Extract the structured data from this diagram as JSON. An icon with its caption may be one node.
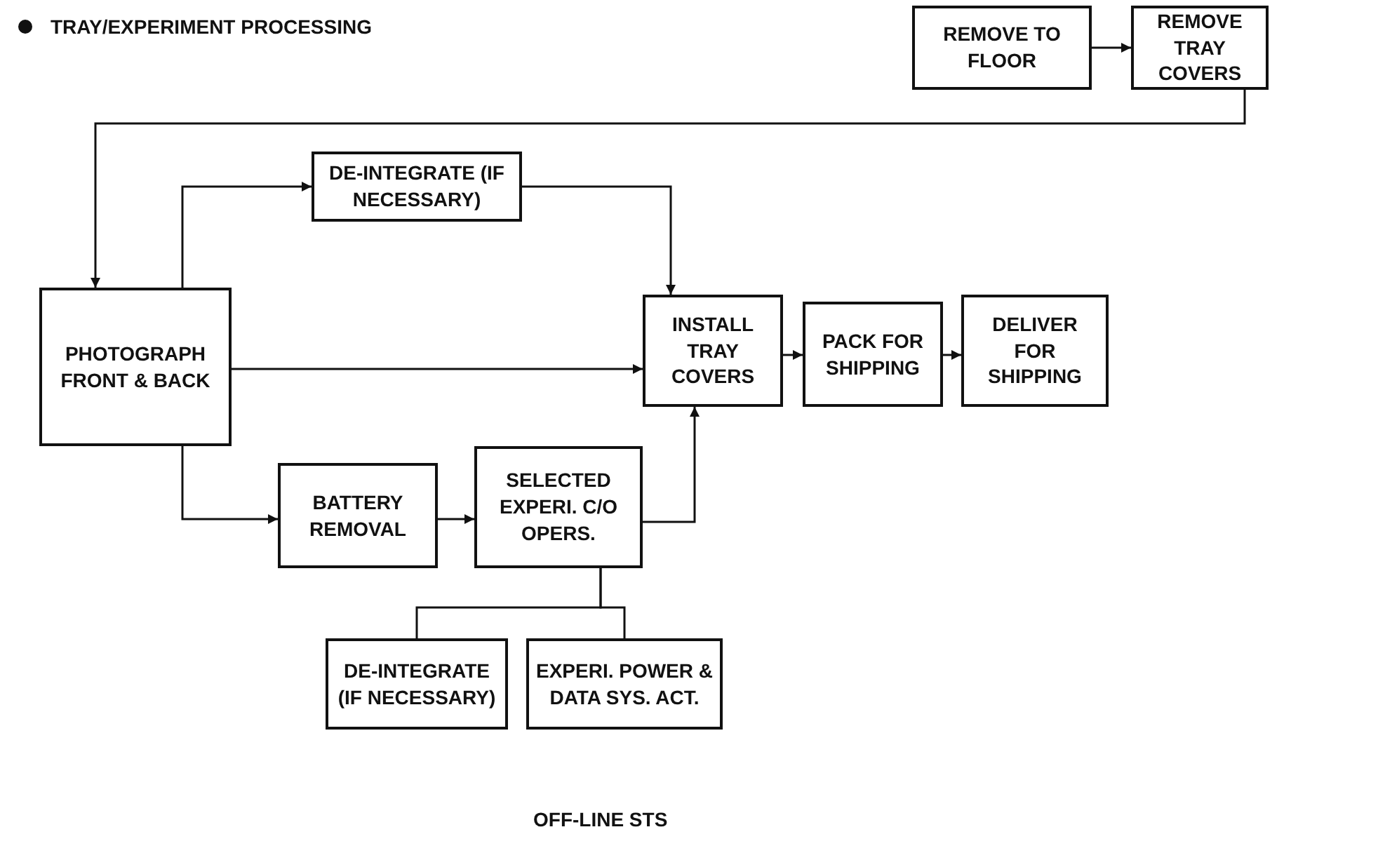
{
  "diagram": {
    "title": "TRAY/EXPERIMENT PROCESSING",
    "nodes": [
      {
        "text": [
          "REMOVE TO FLOOR"
        ]
      },
      {
        "text": [
          "REMOVE TRAY COVERS"
        ]
      },
      {
        "text": [
          "DE-INTEGRATE (IF NECESSARY)"
        ]
      },
      {
        "text": [
          "PHOTOGRAPH FRONT & BACK"
        ]
      },
      {
        "text": [
          "INSTALL TRAY COVERS"
        ]
      },
      {
        "text": [
          "PACK FOR SHIPPING"
        ]
      },
      {
        "text": [
          "DELIVER FOR SHIPPING"
        ]
      },
      {
        "text": [
          "BATTERY REMOVAL"
        ]
      },
      {
        "text": [
          "SELECTED EXPERI. C/O OPERS."
        ]
      },
      {
        "text": [
          "DE-INTEGRATE (IF NECESSARY)"
        ]
      },
      {
        "text": [
          "EXPERI. POWER & DATA SYS. ACT."
        ]
      }
    ],
    "edges": [
      {
        "from": 0,
        "to": 1,
        "arrow": "to"
      },
      {
        "from": 1,
        "to": 3,
        "arrow": "to"
      },
      {
        "from": 3,
        "to": 2,
        "arrow": "to"
      },
      {
        "from": 2,
        "to": 4,
        "arrow": "to"
      },
      {
        "from": 3,
        "to": 4,
        "arrow": "to"
      },
      {
        "from": 3,
        "to": 7,
        "arrow": "to"
      },
      {
        "from": 7,
        "to": 8,
        "arrow": "to"
      },
      {
        "from": 8,
        "to": 4,
        "arrow": "to"
      },
      {
        "from": 4,
        "to": 5,
        "arrow": "to"
      },
      {
        "from": 5,
        "to": 6,
        "arrow": "to"
      },
      {
        "from": 8,
        "to": 9,
        "arrow": "none"
      },
      {
        "from": 8,
        "to": 10,
        "arrow": "none"
      }
    ],
    "labels": [
      "OFF-LINE STS"
    ]
  }
}
